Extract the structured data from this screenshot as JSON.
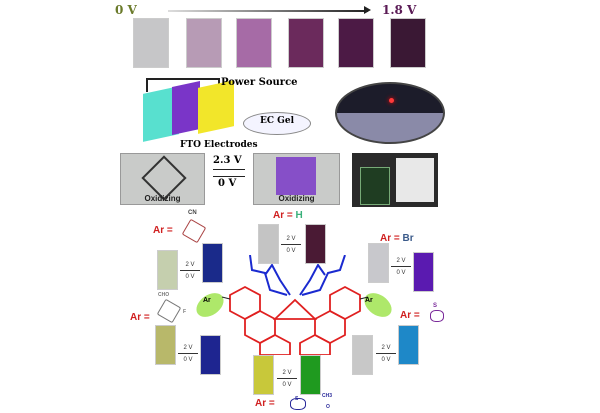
{
  "top": {
    "start_voltage": "0 V",
    "end_voltage": "1.8 V",
    "cuvette_colors": [
      "#c6c6c8",
      "#b79bb5",
      "#a66ba6",
      "#6b2a5c",
      "#4c1a45",
      "#3a1834"
    ]
  },
  "device": {
    "power_source_label": "Power Source",
    "gel_label": "EC Gel",
    "electrodes_label": "FTO Electrodes"
  },
  "demo": {
    "left_caption": "Oxidizing",
    "right_caption": "Oxidizing",
    "forward_voltage": "2.3 V",
    "reverse_voltage": "0 V"
  },
  "variants": {
    "h": {
      "ar": "Ar =",
      "substituent": "H",
      "on": "2 V",
      "off": "0 V",
      "colors": [
        "#c4c4c4",
        "#4a1a34"
      ]
    },
    "cn": {
      "ar": "Ar =",
      "substituent": "CN",
      "on": "2 V",
      "off": "0 V",
      "colors": [
        "#c5cfae",
        "#1a2a8a"
      ]
    },
    "br": {
      "ar": "Ar =",
      "substituent": "Br",
      "on": "2 V",
      "off": "0 V",
      "colors": [
        "#c8c8cc",
        "#5a1ab0"
      ]
    },
    "cho": {
      "ar": "Ar =",
      "substituent": "CHO",
      "sub2": "F",
      "on": "2 V",
      "off": "0 V",
      "colors": [
        "#b8b86a",
        "#1e2590"
      ]
    },
    "thio": {
      "ar": "Ar =",
      "substituent": "S",
      "on": "2 V",
      "off": "0 V",
      "colors": [
        "#c8c8c8",
        "#1e88c8"
      ]
    },
    "acetyl": {
      "ar": "Ar =",
      "substituent": "CH3",
      "sub2": "O",
      "sub3": "S",
      "on": "2 V",
      "off": "0 V",
      "colors": [
        "#c8c83a",
        "#1f9a1f"
      ]
    }
  },
  "core": {
    "ar_left": "Ar",
    "ar_right": "Ar"
  }
}
